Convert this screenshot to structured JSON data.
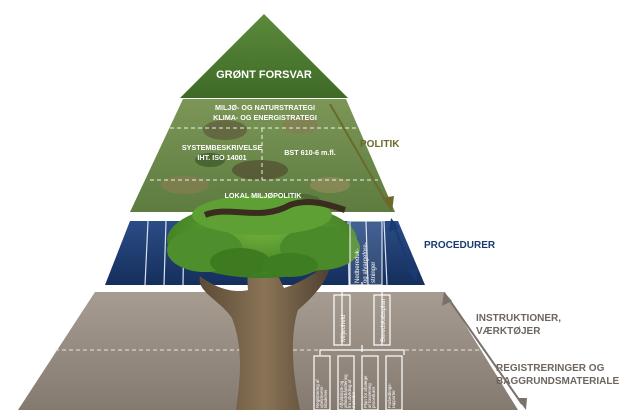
{
  "top": {
    "title": "GRØNT FORSVAR"
  },
  "politik": {
    "line1": "MILJØ- OG NATURSTRATEGI",
    "line2": "KLIMA- OG ENERGISTRATEGI",
    "left_line1": "SYSTEMBESKRIVELSE",
    "left_line2": "IHT. ISO 14001",
    "right": "BST 610-6 m.fl.",
    "bottom": "LOKAL MILJØPOLITIK",
    "label": "POLITIK"
  },
  "procedurer": {
    "label": "PROCEDURER",
    "cell_line1": "Nedbereduk-",
    "cell_line2": "og afvargefore-",
    "cell_line3": "stninger"
  },
  "instruktioner": {
    "label_line1": "INSTRUKTIONER,",
    "label_line2": "VÆRKTØJER",
    "col1": "Miljøuheld",
    "col2": "Beredskabsplan"
  },
  "registreringer": {
    "label_line1": "REGISTRERINGER OG",
    "label_line2": "BAGGRUNDSMATERIALE",
    "cols": [
      [
        "Registrering af",
        "uheldsvers-",
        "tilladelser"
      ],
      [
        "Affaldsliste og",
        "affaldshåndtering",
        "fra udvikling af",
        "metoder"
      ],
      [
        "Plan for afværge",
        "af forurening",
        "procedurer"
      ],
      [
        "Forbedrings-",
        "rapporter"
      ]
    ]
  },
  "colors": {
    "top_green": "#4f7a33",
    "mid_green": "#6e8a4d",
    "procedure_blue": "#1c3b6e",
    "bottom_gray": "#8a7f76",
    "arrow_olive": "#6b6a2b",
    "arrow_blue": "#1a3a73"
  }
}
